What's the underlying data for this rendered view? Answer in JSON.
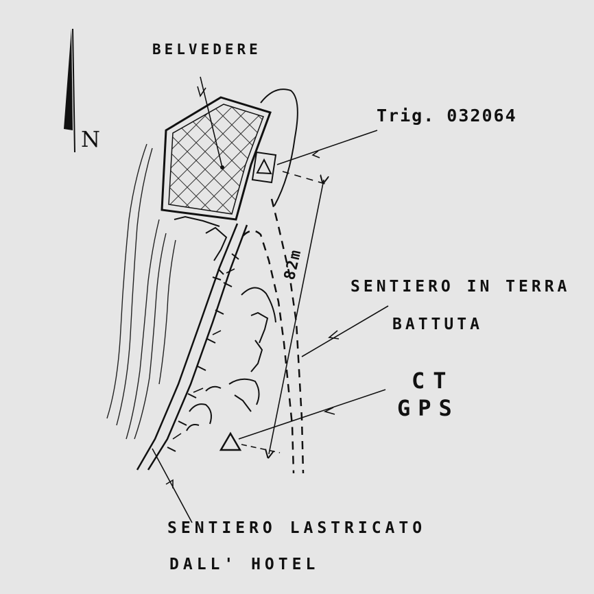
{
  "labels": {
    "belvedere": "BELVEDERE",
    "trig": "Trig. 032064",
    "sentiero_terra_line1": "SENTIERO IN TERRA",
    "sentiero_terra_line2": "BATTUTA",
    "ct": "CT",
    "gps": "GPS",
    "sentiero_lastricato_line1": "SENTIERO LASTRICATO",
    "sentiero_lastricato_line2": "DALL' HOTEL",
    "north": "N",
    "distance": "82m"
  },
  "colors": {
    "background": "#e6e6e6",
    "ink": "#111111"
  },
  "icons": {
    "north": "north-arrow-icon",
    "trig_point": "triangle-marker-icon",
    "ct_gps_point": "triangle-marker-icon"
  }
}
